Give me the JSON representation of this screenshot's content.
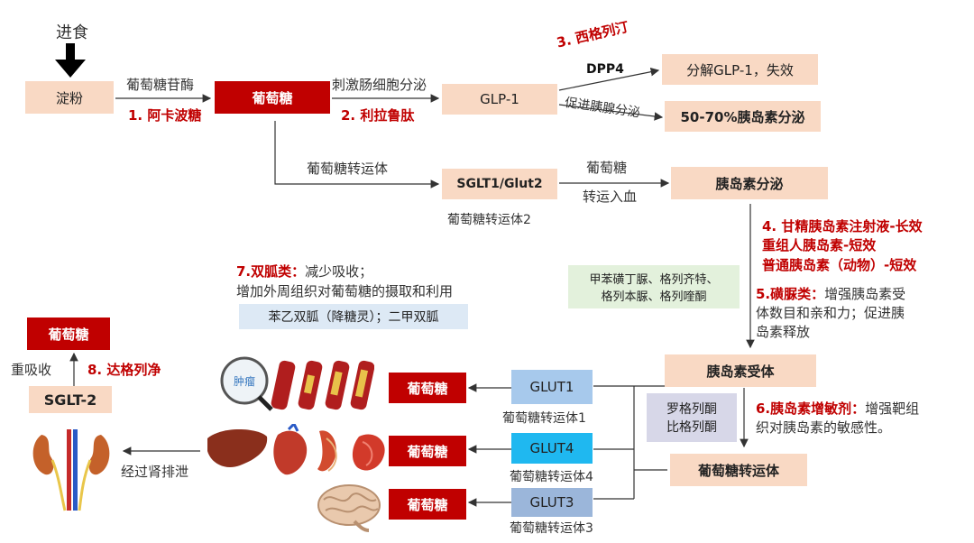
{
  "eat": "进食",
  "starch": "淀粉",
  "glucosidase": "葡萄糖苷酶",
  "drug1": "1. 阿卡波糖",
  "glucose": "葡萄糖",
  "stimulate": "刺激肠细胞分泌",
  "drug2": "2. 利拉鲁肽",
  "glp1": "GLP-1",
  "drug3": "3. 西格列汀",
  "dpp4": "DPP4",
  "degrade": "分解GLP-1，失效",
  "promote": "促进胰腺分泌",
  "insulin_secretion_pct": "50-70%胰岛素分泌",
  "glucose_transporter": "葡萄糖转运体",
  "sglt1": "SGLT1/Glut2",
  "transporter2": "葡萄糖转运体2",
  "glucose_word": "葡萄糖",
  "to_blood": "转运入血",
  "insulin_secretion": "胰岛素分泌",
  "drug4_l1": "4. 甘精胰岛素注射液-长效",
  "drug4_l2": "重组人胰岛素-短效",
  "drug4_l3": "普通胰岛素（动物）-短效",
  "sulfonylurea_box_l1": "甲苯磺丁脲、格列齐特、",
  "sulfonylurea_box_l2": "格列本脲、格列喹酮",
  "drug5_title": "5.磺脲类：",
  "drug5_l1": "增强胰岛素受",
  "drug5_l2": "体数目和亲和力；促进胰",
  "drug5_l3": "岛素释放",
  "drug7_title": "7.双胍类：",
  "drug7_l1": "减少吸收；",
  "drug7_l2": "增加外周组织对葡萄糖的摄取和利用",
  "biguanide_box": "苯乙双胍（降糖灵）；二甲双胍",
  "insulin_receptor": "胰岛素受体",
  "tzd_l1": "罗格列酮",
  "tzd_l2": "比格列酮",
  "drug6_title": "6.胰岛素增敏剂：",
  "drug6_l1": "增强靶组",
  "drug6_l2": "织对胰岛素的敏感性。",
  "glucose_transporter2": "葡萄糖转运体",
  "glut1": "GLUT1",
  "glut1_label": "葡萄糖转运体1",
  "glut4": "GLUT4",
  "glut4_label": "葡萄糖转运体4",
  "glut3": "GLUT3",
  "glut3_label": "葡萄糖转运体3",
  "glucose_b1": "葡萄糖",
  "glucose_b2": "葡萄糖",
  "glucose_b3": "葡萄糖",
  "glucose_top_left": "葡萄糖",
  "reabsorb": "重吸收",
  "drug8": "8. 达格列净",
  "sglt2": "SGLT-2",
  "kidney_excrete": "经过肾排泄",
  "magnifier_text": "肿瘤"
}
